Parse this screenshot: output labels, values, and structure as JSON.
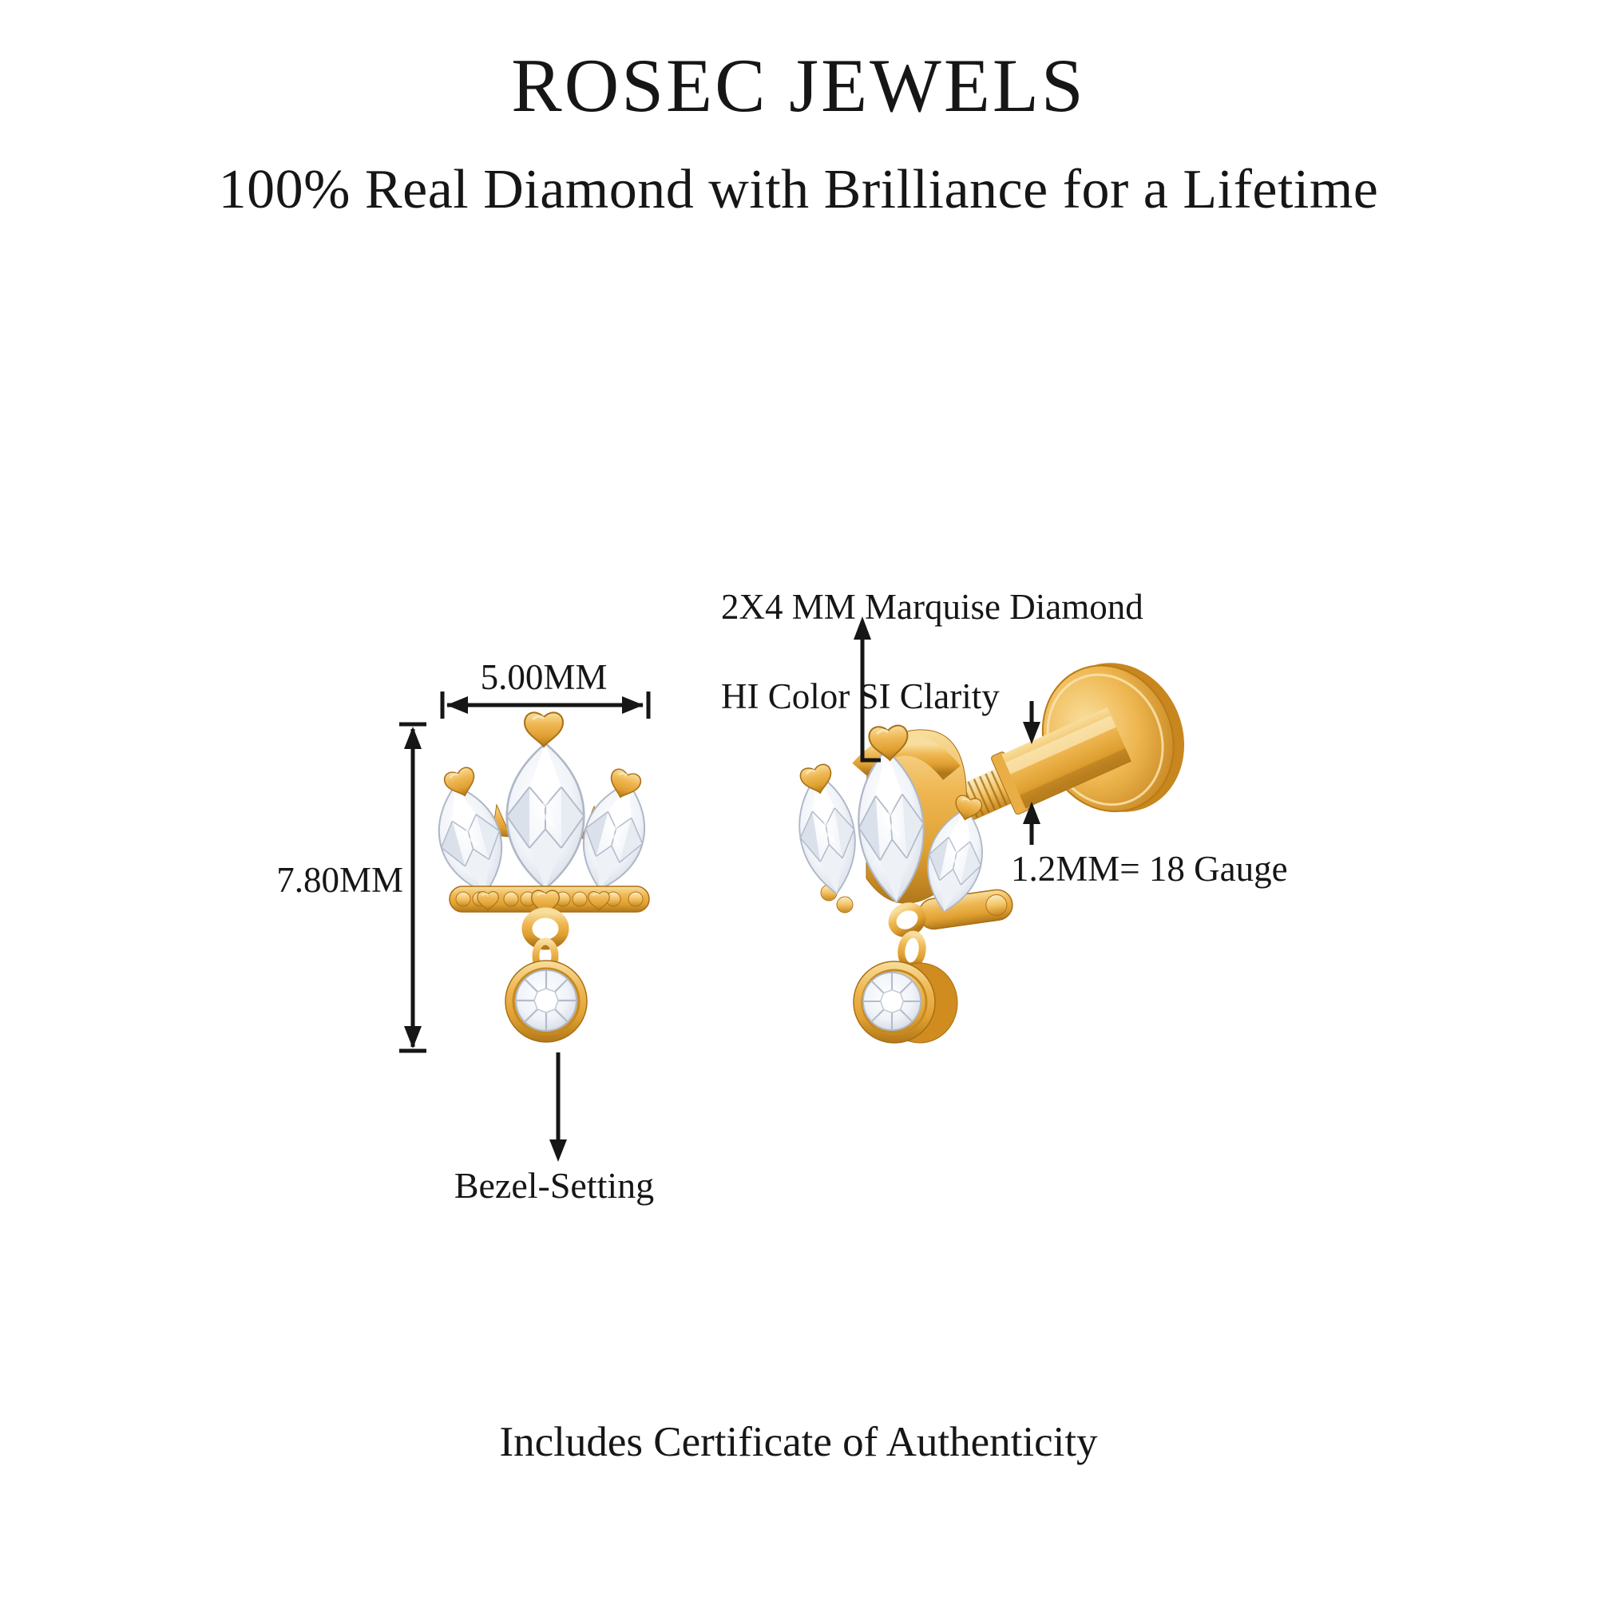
{
  "header": {
    "brand": "ROSEC JEWELS",
    "tagline": "100% Real Diamond with Brilliance for a Lifetime"
  },
  "annotations": {
    "stone": {
      "line1": "2X4 MM Marquise Diamond",
      "line2": "HI Color SI Clarity"
    },
    "width": "5.00MM",
    "height": "7.80MM",
    "gauge": "1.2MM= 18 Gauge",
    "drop": "Bezel-Setting"
  },
  "footer": {
    "certificate": "Includes Certificate of Authenticity"
  },
  "views": {
    "left": "front-view-earring",
    "right": "side-view-earring-with-labret-post"
  },
  "colors": {
    "background": "#FFFFFF",
    "ink": "#161616",
    "gold": "#E8A93C",
    "gold_light": "#F9E0A0",
    "gold_dark": "#B1771A",
    "diamond_white": "#FFFFFF",
    "diamond_shade": "#C9D0DC"
  }
}
